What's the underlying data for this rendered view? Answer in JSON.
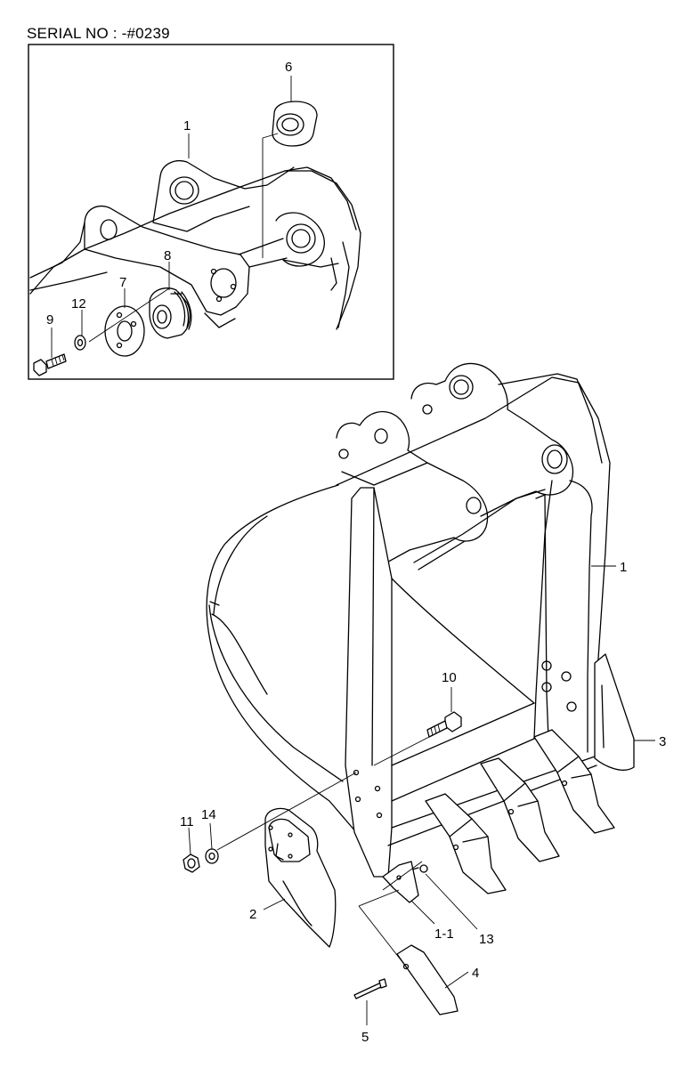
{
  "header": {
    "serial_label": "SERIAL NO : -#0239"
  },
  "callouts": {
    "inset_6": "6",
    "inset_1": "1",
    "inset_8": "8",
    "inset_7": "7",
    "inset_12": "12",
    "inset_9": "9",
    "main_1": "1",
    "main_10": "10",
    "main_3": "3",
    "main_11": "11",
    "main_14": "14",
    "main_2": "2",
    "main_1_1": "1-1",
    "main_13": "13",
    "main_4": "4",
    "main_5": "5"
  }
}
